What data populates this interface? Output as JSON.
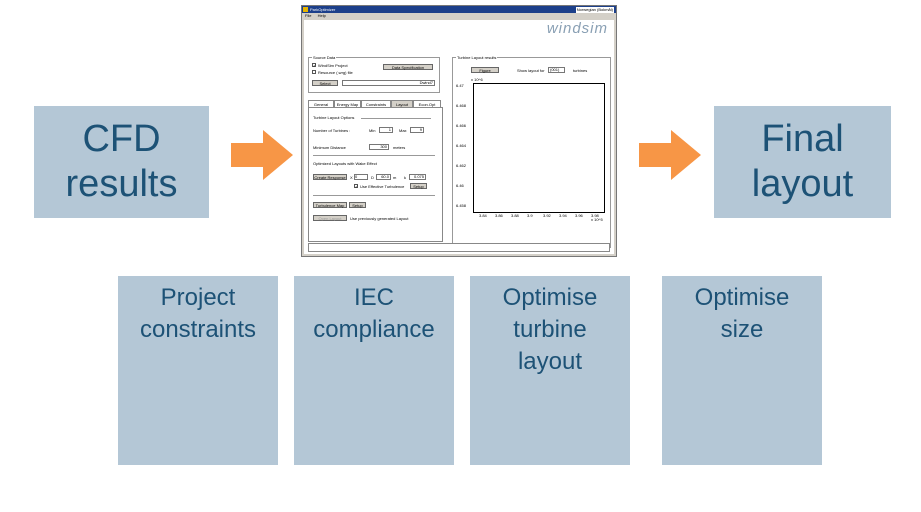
{
  "left_box": "CFD\nresults",
  "right_box": "Final\nlayout",
  "steps": [
    "Project\nconstraints",
    "IEC\ncompliance",
    "Optimise\nturbine\nlayout",
    "Optimise\nsize"
  ],
  "colors": {
    "box_fill": "#b4c7d6",
    "text": "#1d5276",
    "arrow": "#f79646"
  },
  "app": {
    "title": "ParkOptimizer",
    "title_right": "Norwegian (Bokmål)",
    "menu": [
      "File",
      "Help"
    ],
    "logo": "windsim",
    "source_data": {
      "legend": "Source Data",
      "windsim_project": "WindSim Project",
      "resource_grid": "Resource (.wrg) file",
      "data_spec_button": "Data Specification",
      "select_button": "Select",
      "path_value": "Dwind7"
    },
    "tabs": [
      "General",
      "Energy Map",
      "Constraints",
      "Layout",
      "Econ.Opt"
    ],
    "layout_panel": {
      "turbine_layout_options": "Turbine Layout Options",
      "num_turbines_label": "Number of Turbines :",
      "min_label": "Min",
      "min_value": "1",
      "max_label": "Max",
      "max_value": "9",
      "min_distance_label": "Minimum Distance",
      "min_distance_value": "300",
      "meters_label": "meters",
      "optimized_label": "Optimized Layouts with Wake Effect",
      "create_response_button": "Create Response",
      "x_label": "X",
      "x_value": "0",
      "d_label": "D",
      "d_value": "60.0",
      "m_label": "m",
      "k_label": "k",
      "k_value": "0.075",
      "use_effective_turbulence": "Use Effective Turbulence",
      "setup_button1": "Setup",
      "turbulence_map_button": "Turbulence Map",
      "setup_button2": "Setup",
      "open_layout_button": "Open Layout",
      "use_previous": "Use previously generated Layout"
    },
    "results": {
      "legend": "Turbine Layout results",
      "figure_button": "Figure",
      "show_layout_for": "Show layout for",
      "turbine_select": "(001)",
      "turbines_label": "turbines",
      "y_exponent": "x 10^6",
      "x_exponent": "x 10^5",
      "y_ticks": [
        "6.47",
        "6.468",
        "6.466",
        "6.464",
        "6.462",
        "6.46",
        "6.458"
      ],
      "x_ticks": [
        "3.84",
        "3.86",
        "3.88",
        "3.9",
        "3.92",
        "3.94",
        "3.96",
        "3.98"
      ]
    }
  }
}
